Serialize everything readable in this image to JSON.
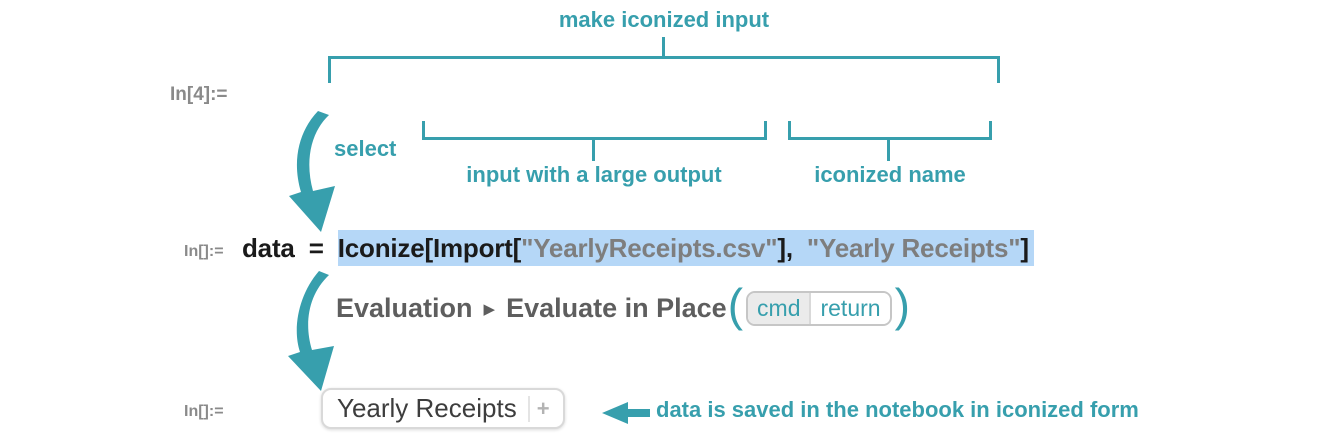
{
  "colors": {
    "teal": "#379fad",
    "selection_blue": "#b5d7f7",
    "code_black": "#1a1a1a",
    "string_gray": "#7e7e7e",
    "label_gray": "#8a8a8a",
    "menu_gray": "#5e5e5e"
  },
  "annotations": {
    "make_iconized_input": "make iconized input",
    "select": "select",
    "input_with_large_output": "input with a large output",
    "iconized_name": "iconized name",
    "saved_note": "data is saved in the notebook in iconized form"
  },
  "labels": {
    "in4": "In[4]:=",
    "in_code": "In[]:=",
    "in_output": "In[]:="
  },
  "code": {
    "lhs": "data  =  ",
    "segments": [
      {
        "text": "Iconize[Import[",
        "style": "code"
      },
      {
        "text": "\"YearlyReceipts.csv\"",
        "style": "string"
      },
      {
        "text": "],  ",
        "style": "code"
      },
      {
        "text": "\"Yearly Receipts\"",
        "style": "string"
      },
      {
        "text": "]",
        "style": "code"
      }
    ]
  },
  "menu": {
    "path": "Evaluation",
    "separator": "▶",
    "item": "Evaluate in Place",
    "paren_open": "(",
    "paren_close": ")",
    "keys": [
      "cmd",
      "return"
    ]
  },
  "output": {
    "label": "Yearly Receipts",
    "plus_icon": "+"
  }
}
